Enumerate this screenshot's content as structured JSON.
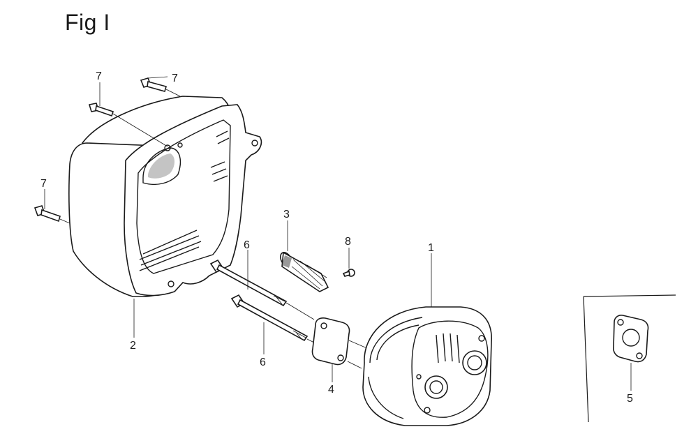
{
  "figure": {
    "title": "Fig I"
  },
  "callouts": {
    "c1": "1",
    "c2": "2",
    "c3": "3",
    "c4": "4",
    "c5": "5",
    "c6a": "6",
    "c6b": "6",
    "c7a": "7",
    "c7b": "7",
    "c7c": "7",
    "c8": "8"
  }
}
